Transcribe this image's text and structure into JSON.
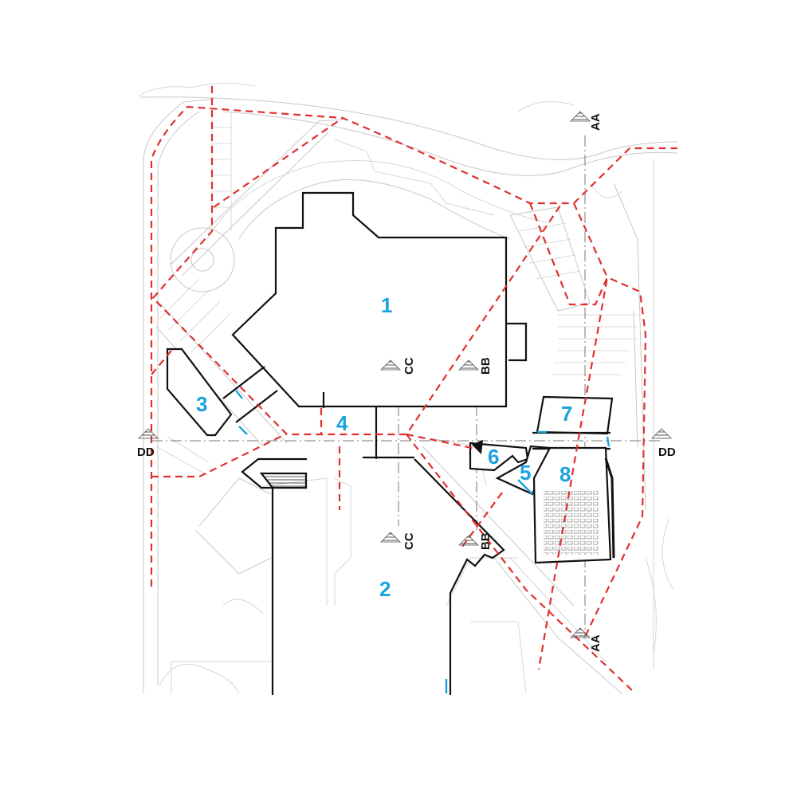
{
  "colors": {
    "label": "#1aa3e0",
    "circulation": "#e03030",
    "walls": "#111111",
    "context": "#c8c8c8"
  },
  "spaces": [
    {
      "id": "1",
      "label": "1"
    },
    {
      "id": "2",
      "label": "2"
    },
    {
      "id": "3",
      "label": "3"
    },
    {
      "id": "4",
      "label": "4"
    },
    {
      "id": "5",
      "label": "5"
    },
    {
      "id": "6",
      "label": "6"
    },
    {
      "id": "7",
      "label": "7"
    },
    {
      "id": "8",
      "label": "8"
    }
  ],
  "section_marks": {
    "aa": "AA",
    "bb": "BB",
    "cc": "CC",
    "dd": "DD"
  }
}
